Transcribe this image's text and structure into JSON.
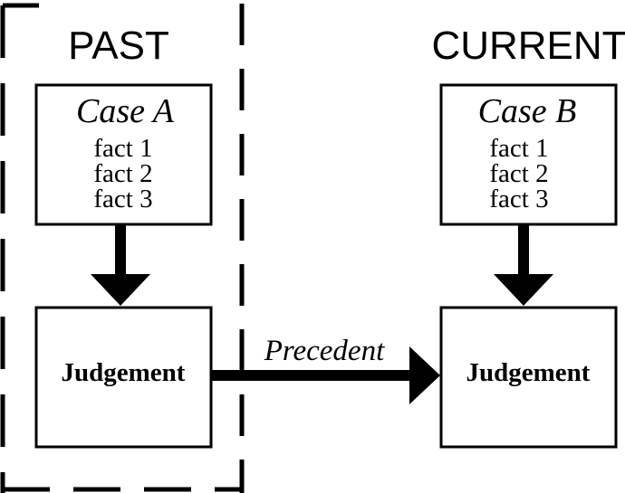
{
  "past": {
    "heading": "PAST",
    "case_title": "Case A",
    "facts": [
      "fact 1",
      "fact 2",
      "fact 3"
    ],
    "judgement": "Judgement"
  },
  "current": {
    "heading": "CURRENT",
    "case_title": "Case B",
    "facts": [
      "fact 1",
      "fact 2",
      "fact 3"
    ],
    "judgement": "Judgement"
  },
  "link": {
    "label": "Precedent"
  }
}
